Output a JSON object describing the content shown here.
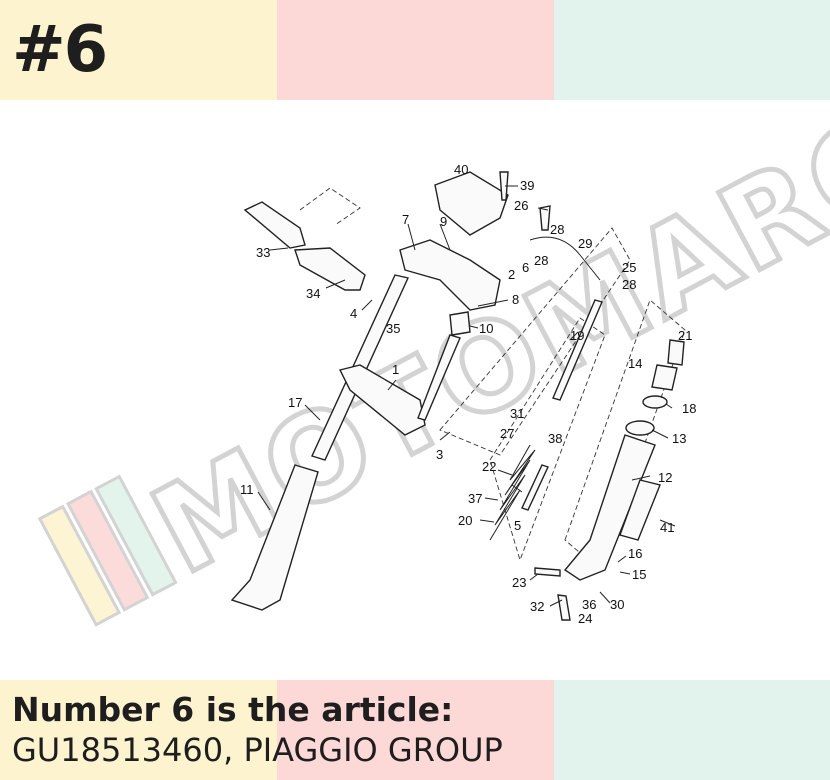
{
  "badge": {
    "text": "#6"
  },
  "caption": {
    "line1": "Number 6 is the article:",
    "line2": "GU18513460, PIAGGIO GROUP"
  },
  "colors": {
    "yellow": "#fdf3cf",
    "pink": "#fcd9d7",
    "mint": "#e1f3ec",
    "text": "#1e1e1e",
    "watermark": "#cfcfcf"
  },
  "watermark": {
    "text": "MOTOMARCIA"
  },
  "diagram": {
    "labels": {
      "n40": "40",
      "n39": "39",
      "n26": "26",
      "n7": "7",
      "n9": "9",
      "n28a": "28",
      "n29": "29",
      "n33": "33",
      "n2": "2",
      "n6": "6",
      "n28b": "28",
      "n25": "25",
      "n28c": "28",
      "n34": "34",
      "n8": "8",
      "n4": "4",
      "n35": "35",
      "n10": "10",
      "n19": "19",
      "n21": "21",
      "n14": "14",
      "n1": "1",
      "n17": "17",
      "n31": "31",
      "n18": "18",
      "n27": "27",
      "n38": "38",
      "n13": "13",
      "n3": "3",
      "n22": "22",
      "n12": "12",
      "n11": "11",
      "n37": "37",
      "n5": "5",
      "n20": "20",
      "n41": "41",
      "n16": "16",
      "n15": "15",
      "n23": "23",
      "n32": "32",
      "n36": "36",
      "n30": "30",
      "n24": "24"
    }
  }
}
